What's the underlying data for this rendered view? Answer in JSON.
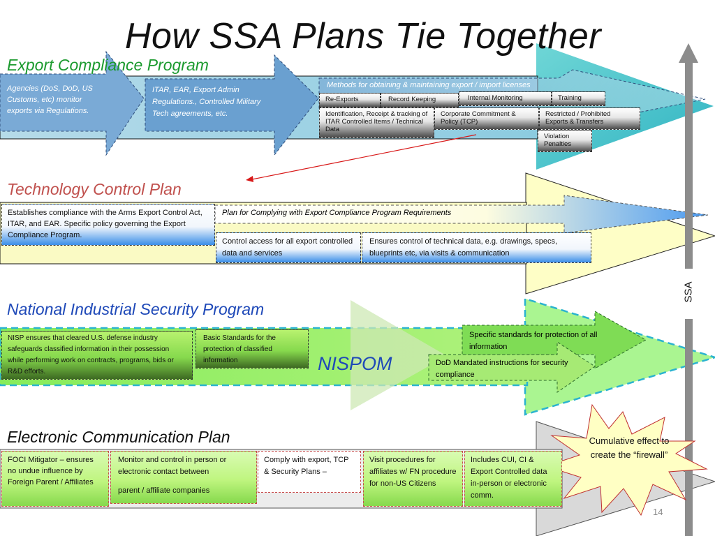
{
  "title": "How SSA Plans Tie Together",
  "colors": {
    "export_section": "#1b9a2e",
    "technology_section": "#c0504d",
    "nisp_section": "#1f49b8",
    "electronic_section": "#111111",
    "ssa_arrow": "#8c8c8c"
  },
  "ssa_label": "SSA",
  "page_number": "14",
  "callout": "Cumulative effect to create the “firewall”",
  "export": {
    "heading": "Export Compliance Program",
    "agencies": "Agencies (DoS, DoD, US Customs, etc) monitor exports via Regulations.",
    "regulations": "ITAR, EAR, Export Admin Regulations., Controlled Military Tech agreements, etc.",
    "methods": "Methods for obtaining & maintaining export / import licenses",
    "reexports": "Re-Exports",
    "record_keeping": "Record Keeping",
    "internal_monitoring": "Internal Monitoring",
    "training": "Training",
    "identification": "Identification, Receipt & tracking of ITAR Controlled Items / Technical Data",
    "commitment": "Corporate Commitment & Policy (TCP)",
    "restricted": "Restricted / Prohibited Exports & Transfers",
    "violation": "Violation Penalties"
  },
  "technology": {
    "heading": "Technology Control Plan",
    "establishes": "Establishes compliance with the Arms Export Control Act, ITAR, and EAR. Specific policy governing the Export Compliance Program.",
    "plan": "Plan for Complying with Export Compliance Program Requirements",
    "control_access": "Control access for all export controlled data and services",
    "ensures": "Ensures control of technical data, e.g. drawings, specs, blueprints etc, via visits & communication"
  },
  "nisp": {
    "heading": "National Industrial Security Program",
    "nisp_ensures": "NISP ensures that cleared U.S. defense industry safeguards classified information in their possession while performing work on contracts, programs, bids or R&D  efforts.",
    "basic_standards": "Basic Standards for the protection of classified information",
    "nispom": "NISPOM",
    "specific": "Specific standards for protection of all information",
    "dod": "DoD Mandated instructions for security compliance"
  },
  "electronic": {
    "heading": "Electronic Communication Plan",
    "foci": "FOCI Mitigator – ensures no undue influence by Foreign Parent / Affiliates",
    "monitor_a": "Monitor and control in person or electronic contact between",
    "monitor_b": "parent / affiliate companies",
    "comply": "Comply with export, TCP & Security Plans –",
    "visit": "Visit procedures for affiliates w/ FN procedure for non-US Citizens",
    "includes": "Includes CUI, CI & Export Controlled data in-person or electronic comm."
  }
}
